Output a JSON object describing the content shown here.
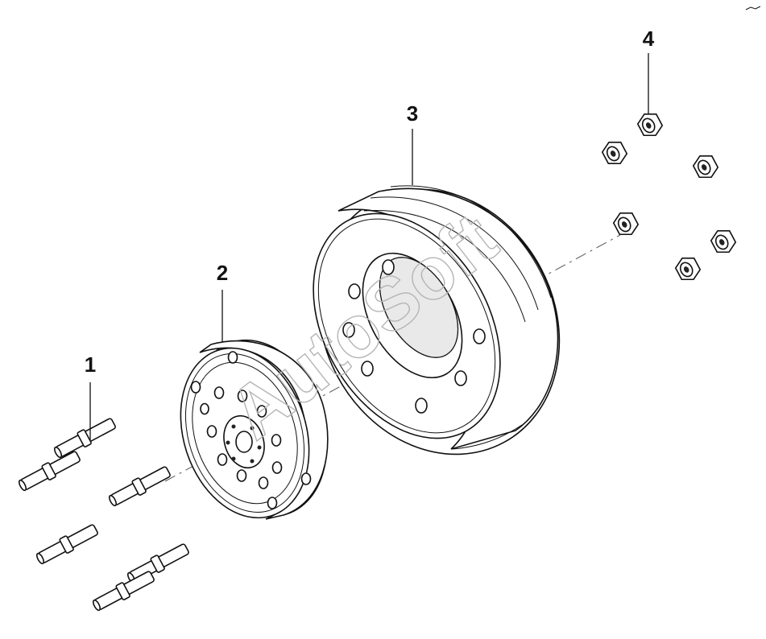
{
  "callouts": {
    "c1": "1",
    "c2": "2",
    "c3": "3",
    "c4": "4"
  },
  "watermark": "AutoSoft",
  "colors": {
    "line": "#111111",
    "background": "#ffffff",
    "watermark": "#b5b5b5"
  }
}
